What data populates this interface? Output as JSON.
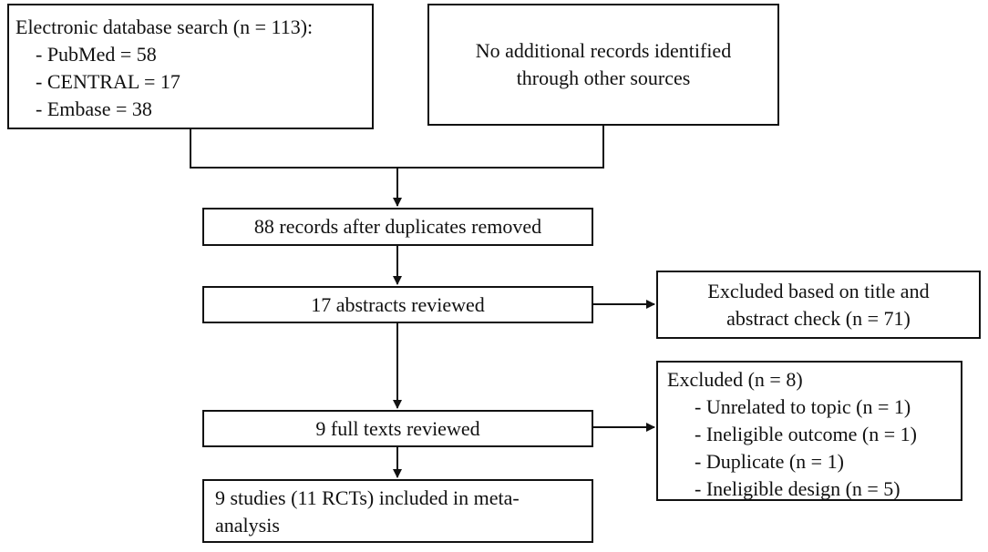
{
  "search": {
    "title": "Electronic database search (n = 113):",
    "items": [
      "- PubMed = 58",
      "- CENTRAL = 17",
      "- Embase = 38"
    ]
  },
  "other_sources": {
    "line1": "No additional records identified",
    "line2": "through other sources"
  },
  "dedup": {
    "label": "88 records after duplicates removed"
  },
  "abstracts": {
    "label": "17 abstracts reviewed"
  },
  "excluded_title": {
    "line1": "Excluded based on title and",
    "line2": "abstract check (n = 71)"
  },
  "fulltext": {
    "label": "9 full texts reviewed"
  },
  "excluded_fulltext": {
    "title": "Excluded (n = 8)",
    "items": [
      "- Unrelated to topic (n = 1)",
      "- Ineligible outcome (n = 1)",
      "- Duplicate (n = 1)",
      "- Ineligible design (n = 5)"
    ]
  },
  "included": {
    "line1": "9 studies (11 RCTs) included in meta-",
    "line2": "analysis"
  }
}
